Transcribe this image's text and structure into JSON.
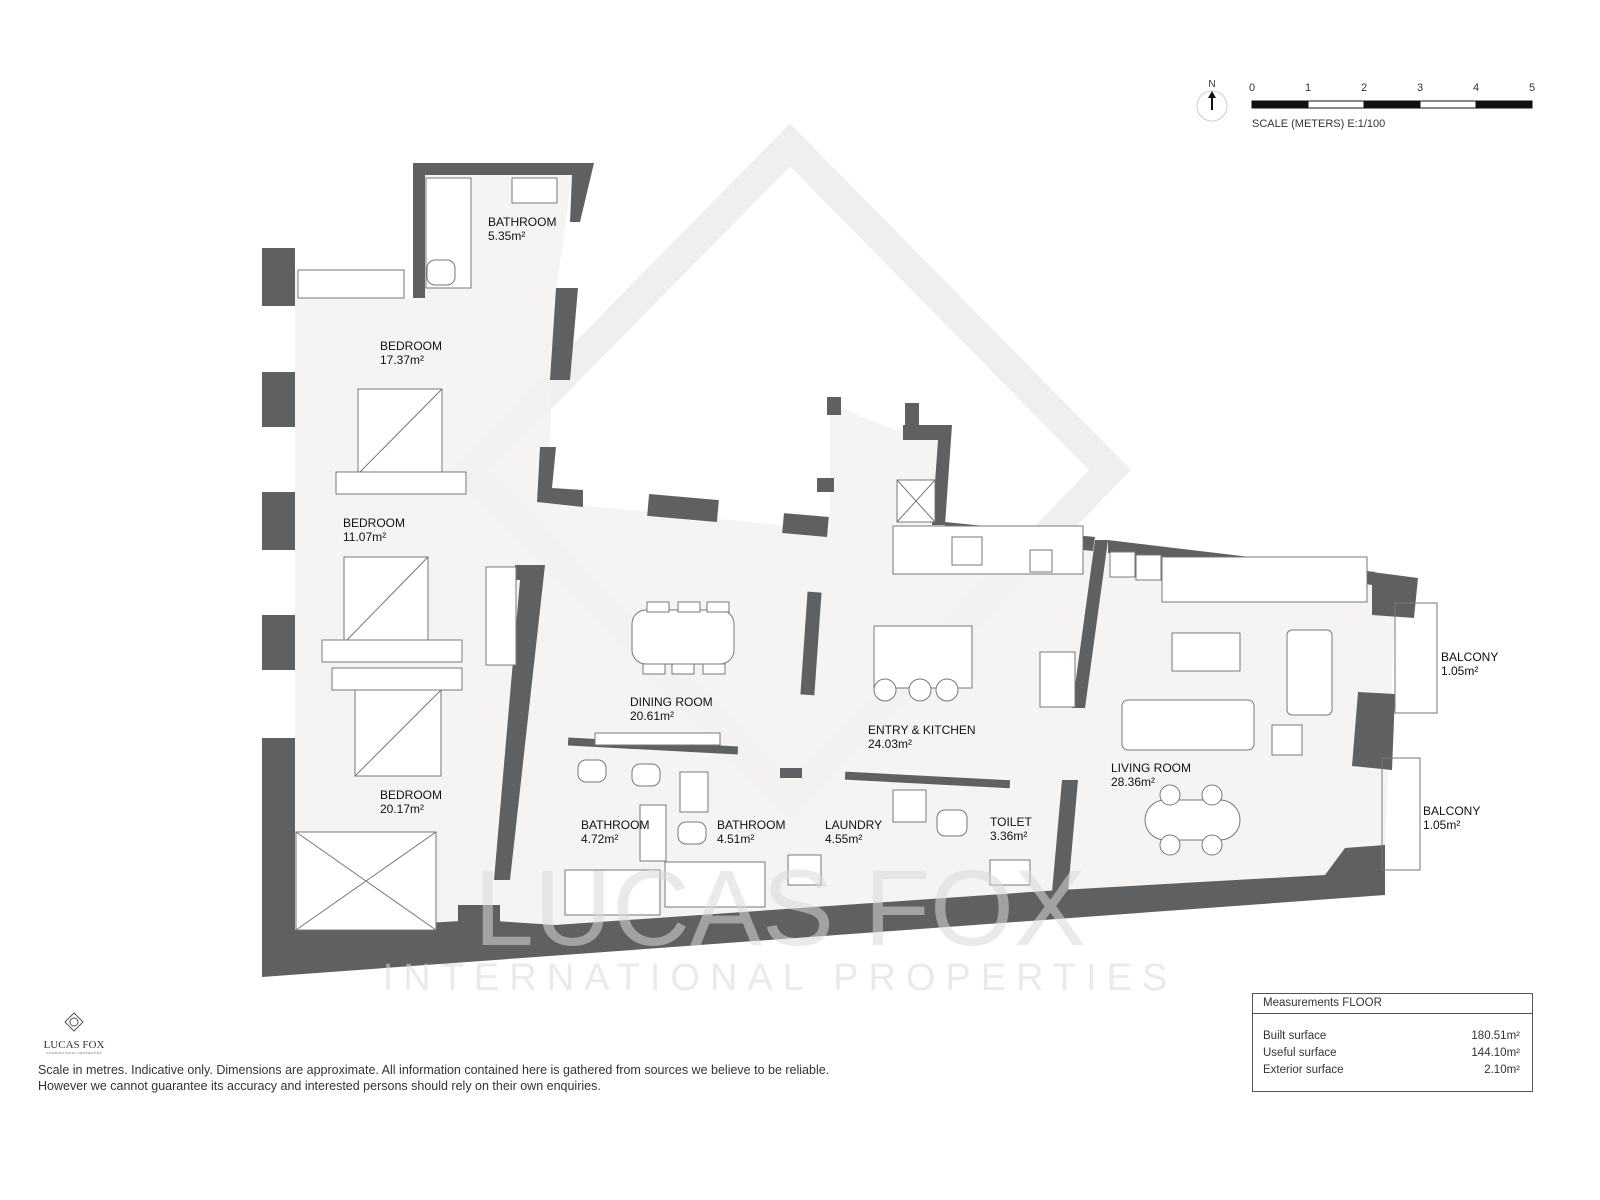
{
  "compass": {
    "north_label": "N"
  },
  "scale": {
    "ticks": [
      "0",
      "1",
      "2",
      "3",
      "4",
      "5"
    ],
    "caption": "SCALE (METERS) E:1/100"
  },
  "rooms": [
    {
      "name": "BATHROOM",
      "area": "5.35m²"
    },
    {
      "name": "BEDROOM",
      "area": "17.37m²"
    },
    {
      "name": "BEDROOM",
      "area": "11.07m²"
    },
    {
      "name": "BEDROOM",
      "area": "20.17m²"
    },
    {
      "name": "DINING ROOM",
      "area": "20.61m²"
    },
    {
      "name": "BATHROOM",
      "area": "4.72m²"
    },
    {
      "name": "BATHROOM",
      "area": "4.51m²"
    },
    {
      "name": "LAUNDRY",
      "area": "4.55m²"
    },
    {
      "name": "TOILET",
      "area": "3.36m²"
    },
    {
      "name": "ENTRY & KITCHEN",
      "area": "24.03m²"
    },
    {
      "name": "LIVING ROOM",
      "area": "28.36m²"
    },
    {
      "name": "BALCONY",
      "area": "1.05m²"
    },
    {
      "name": "BALCONY",
      "area": "1.05m²"
    }
  ],
  "watermark": {
    "line1": "LUCAS FOX",
    "line2": "INTERNATIONAL PROPERTIES"
  },
  "logo": {
    "name": "LUCAS FOX",
    "sub": "INTERNATIONAL PROPERTIES"
  },
  "disclaimer": [
    "Scale in metres. Indicative only. Dimensions are approximate. All information contained here is gathered from sources we believe to be reliable.",
    "However we cannot guarantee its accuracy and interested persons should rely on their own enquiries."
  ],
  "measurements": {
    "title": "Measurements FLOOR",
    "rows": [
      {
        "label": "Built surface",
        "value": "180.51m²"
      },
      {
        "label": "Useful surface",
        "value": "144.10m²"
      },
      {
        "label": "Exterior surface",
        "value": "2.10m²"
      }
    ]
  },
  "colors": {
    "wall": "#5f6062",
    "floor": "#f3f2f0",
    "furniture_stroke": "#777777"
  }
}
